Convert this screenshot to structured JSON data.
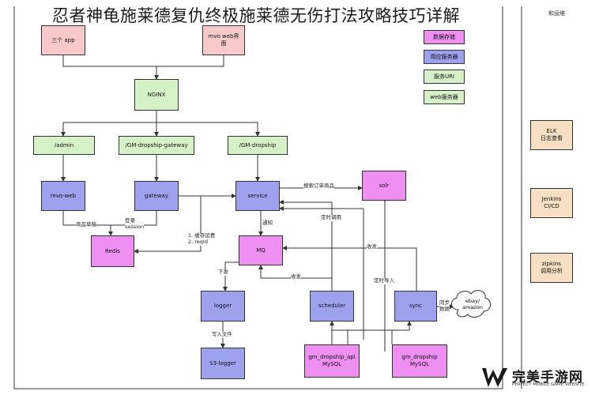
{
  "title": "忍者神龟施莱德复仇终极施莱德无伤打法攻略技巧详解",
  "ops_header": "和运维",
  "legend": [
    {
      "label": "数据存储",
      "color": "#ef8ff2"
    },
    {
      "label": "用应服务器",
      "color": "#9ea1ee"
    },
    {
      "label": "服务URI",
      "color": "#d6f0c8"
    },
    {
      "label": "web服务器",
      "color": "#d6f0c8"
    }
  ],
  "nodes": {
    "app": "三个 app",
    "web_ui": "mvo web界\n面",
    "nginx": "NGINX",
    "admin": "/admin",
    "gw_route": "/GM-dropship-gateway",
    "ds_route": "/GM-dropship",
    "mvo_web": "mvo-web",
    "gateway": "gateway",
    "service": "service",
    "solr": "solr",
    "redis": "Redis",
    "mq": "MQ",
    "logger": "logger",
    "scheduler": "scheduler",
    "sync": "sync",
    "s3_logger": "S3-logger",
    "db_api": "gm_dropship_api\nMySQL",
    "db": "gm_dropship\nMySQL",
    "elk": "ELK\n日志查看",
    "jenkins": "Jenkins\nCI/CD",
    "zipkins": "zipkins\n调用分析"
  },
  "cloud": "ebay/\namazon",
  "edge_labels": {
    "search_order": "搜索订单商品",
    "product_draft": "商品草稿",
    "login_session": "登录\nsession",
    "cache": "1. 缓存运费\n2. reqId",
    "notify": "通知",
    "timed_call": "定时调用",
    "dispatch": "下发",
    "collect_left": "收发",
    "collect_right": "收发",
    "timed_import": "定时导入",
    "write_file": "写入文件",
    "sync_data": "同步\n数据"
  },
  "watermark": {
    "main": "完美手游网",
    "sub": "PERFECT MOBILE GAME WEBSITE"
  }
}
